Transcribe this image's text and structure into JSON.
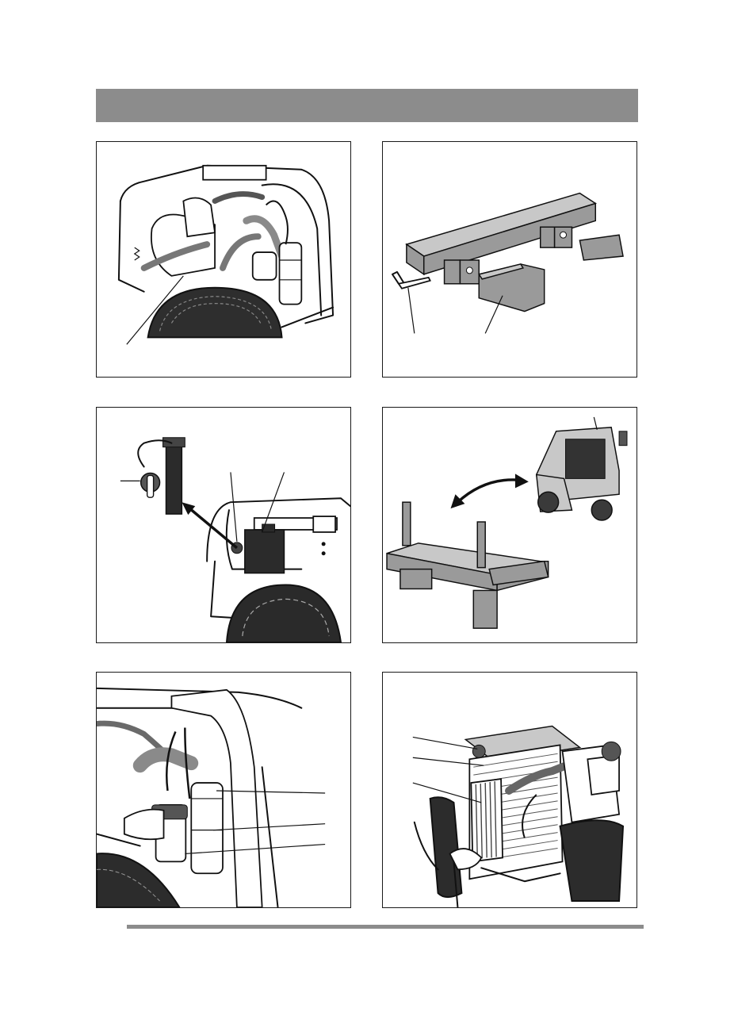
{
  "page": {
    "header_bar_color": "#8c8c8c",
    "rule_color": "#8c8c8c"
  },
  "figures": [
    {
      "id": "engine-bay-left",
      "icons": [
        "tire-icon",
        "fuel-filter-icon",
        "hose-icon"
      ]
    },
    {
      "id": "front-beam-mount",
      "icons": [
        "beam-icon",
        "locking-pin-icon",
        "bracket-icon"
      ]
    },
    {
      "id": "battery-switch",
      "icons": [
        "battery-icon",
        "main-switch-icon",
        "arrow-icon"
      ]
    },
    {
      "id": "implement-attach",
      "icons": [
        "tractor-icon",
        "attachment-frame-icon",
        "curved-arrow-icon"
      ]
    },
    {
      "id": "filters-closeup",
      "icons": [
        "fuel-filter-icon",
        "oil-filter-icon",
        "tire-icon"
      ]
    },
    {
      "id": "radiator-cleaning",
      "icons": [
        "radiator-icon",
        "cooler-icon",
        "tire-icon"
      ]
    }
  ]
}
